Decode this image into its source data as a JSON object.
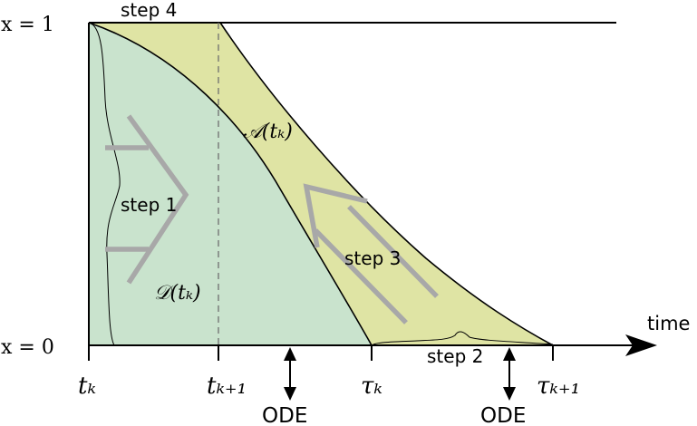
{
  "labels": {
    "y_top": "x = 1",
    "y_bottom": "x = 0",
    "x_axis": "time",
    "step1": "step 1",
    "step2": "step 2",
    "step3": "step 3",
    "step4": "step 4",
    "region_D": "𝒟(tₖ)",
    "region_A": "𝒜(tₖ)",
    "tick_tk": "tₖ",
    "tick_tk1": "tₖ₊₁",
    "tick_tauk": "τₖ",
    "tick_tauk1": "τₖ₊₁",
    "ode1": "ODE",
    "ode2": "ODE"
  },
  "colors": {
    "green_region": "#c9e3cd",
    "yellow_region": "#dfe4a4",
    "arrow_gray": "#a8a8a8",
    "line": "#000000",
    "dash": "#6e6e6e"
  }
}
